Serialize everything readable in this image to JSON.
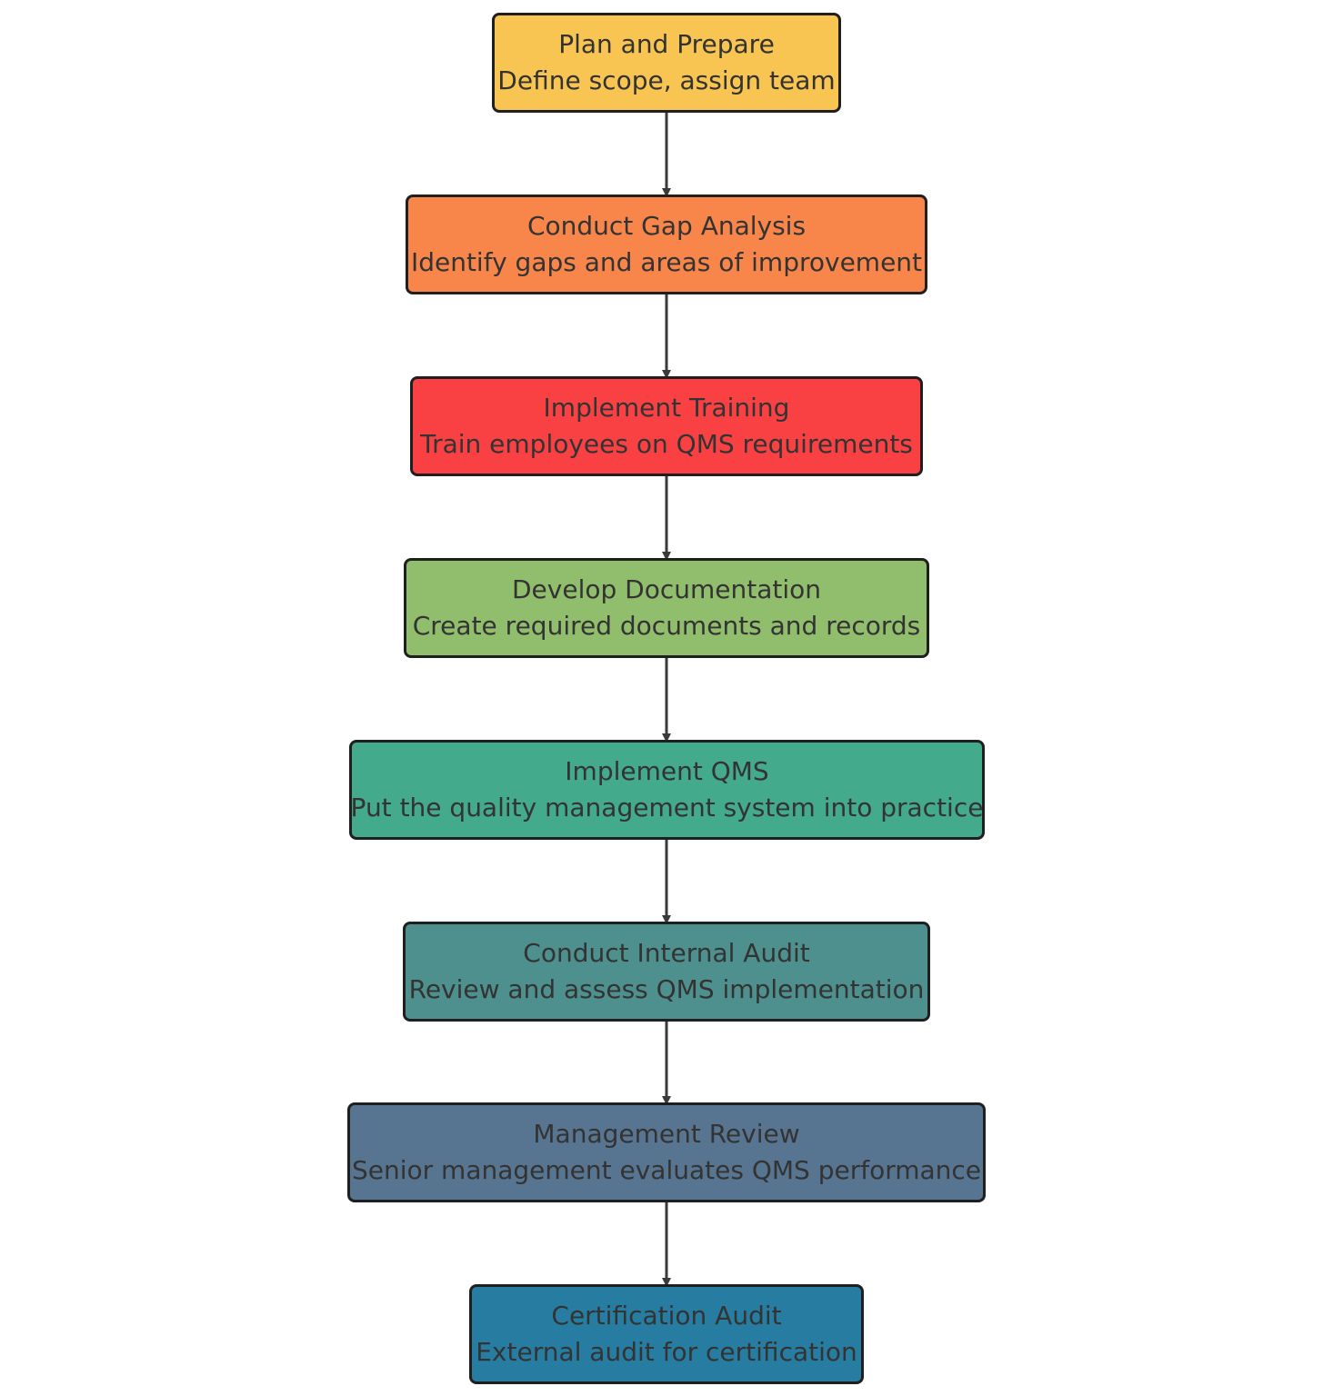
{
  "diagram": {
    "steps": [
      {
        "title": "Plan and Prepare",
        "description": "Define scope, assign team",
        "color": "#F9C552"
      },
      {
        "title": "Conduct Gap Analysis",
        "description": "Identify gaps and areas of improvement",
        "color": "#F8864A"
      },
      {
        "title": "Implement Training",
        "description": "Train employees on QMS requirements",
        "color": "#F94144"
      },
      {
        "title": "Develop Documentation",
        "description": "Create required documents and records",
        "color": "#90BE6D"
      },
      {
        "title": "Implement QMS",
        "description": "Put the quality management system into practice",
        "color": "#43AA8B"
      },
      {
        "title": "Conduct Internal Audit",
        "description": "Review and assess QMS implementation",
        "color": "#4D908E"
      },
      {
        "title": "Management Review",
        "description": "Senior management evaluates QMS performance",
        "color": "#577590"
      },
      {
        "title": "Certification Audit",
        "description": "External audit for certification",
        "color": "#277DA1"
      }
    ],
    "connector_color": "#3a3a3a",
    "border_color": "#1f1f1f"
  }
}
